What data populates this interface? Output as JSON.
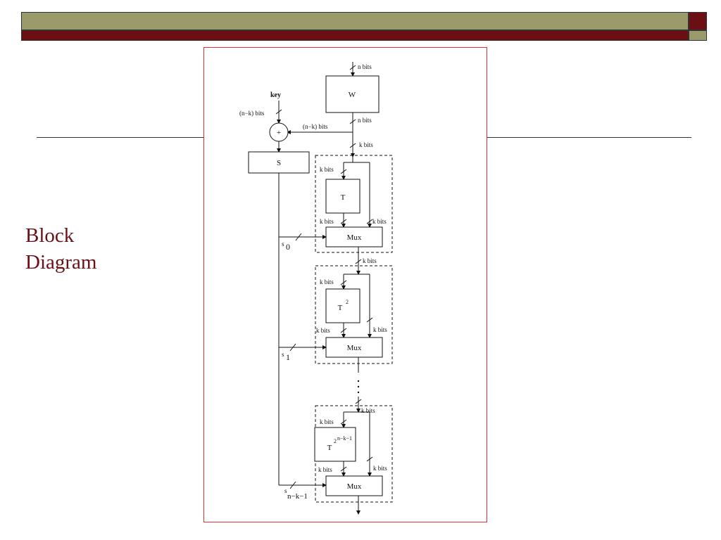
{
  "slide": {
    "title": "Block\nDiagram"
  },
  "diagram": {
    "input_bits": "n bits",
    "w_label": "W",
    "key_label": "key",
    "key_bits": "(n−k) bits",
    "feedback_bits": "(n−k) bits",
    "w_out_bits": "n bits",
    "xor_symbol": "+",
    "s_label": "S",
    "k_bits": "k bits",
    "t0": "T",
    "t1": "T",
    "t1_exp": "2",
    "t2": "T",
    "t2_exp1": "2",
    "t2_exp2": "n−k−1",
    "mux": "Mux",
    "s0": "s",
    "s0_sub": "0",
    "s1": "s",
    "s1_sub": "1",
    "s2": "s",
    "s2_sub": "n−k−1"
  },
  "colors": {
    "accent_dark": "#6b0f14",
    "accent_olive": "#9a9a6a",
    "frame_border": "#e03030"
  }
}
